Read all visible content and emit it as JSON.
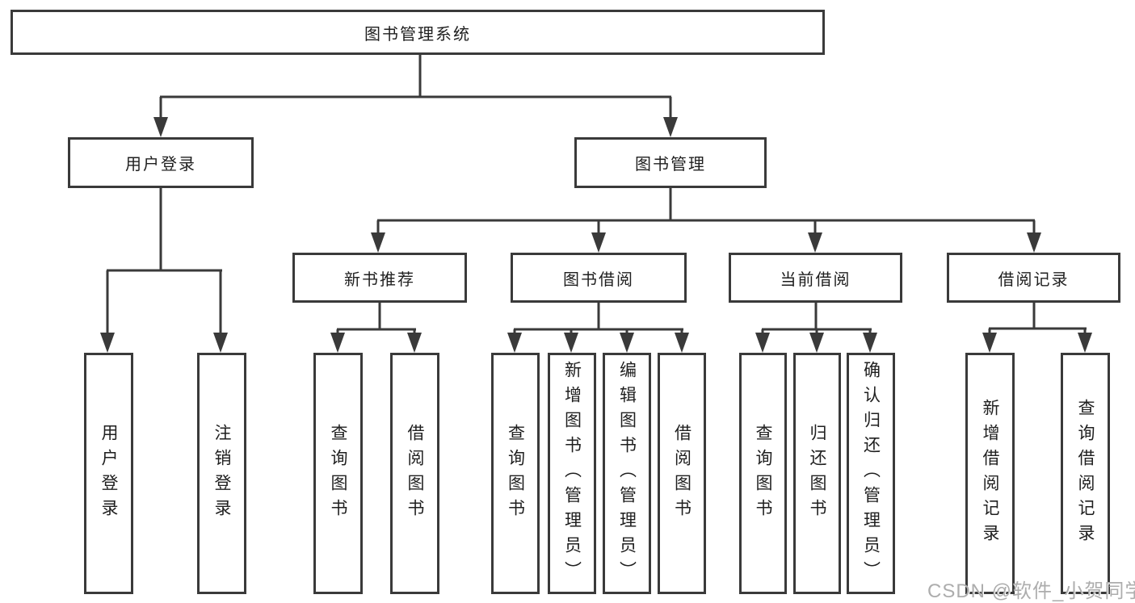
{
  "diagram": {
    "root": "图书管理系统",
    "level2": {
      "user_login": "用户登录",
      "book_management": "图书管理"
    },
    "level3": {
      "new_book_recommend": "新书推荐",
      "book_borrow": "图书借阅",
      "current_borrow": "当前借阅",
      "borrow_record": "借阅记录"
    },
    "leaves": {
      "user_login": [
        "用户登录",
        "注销登录"
      ],
      "new_book_recommend": [
        "查询图书",
        "借阅图书"
      ],
      "book_borrow": [
        "查询图书",
        "新增图书（管理员）",
        "编辑图书（管理员）",
        "借阅图书"
      ],
      "current_borrow": [
        "查询图书",
        "归还图书",
        "确认归还（管理员）"
      ],
      "borrow_record": [
        "新增借阅记录",
        "查询借阅记录"
      ]
    }
  },
  "watermark": "CSDN @软件_小贺同学",
  "colors": {
    "line": "#3a3a3a",
    "text": "#1f1f1f",
    "watermark": "#adadad",
    "background": "#ffffff"
  }
}
